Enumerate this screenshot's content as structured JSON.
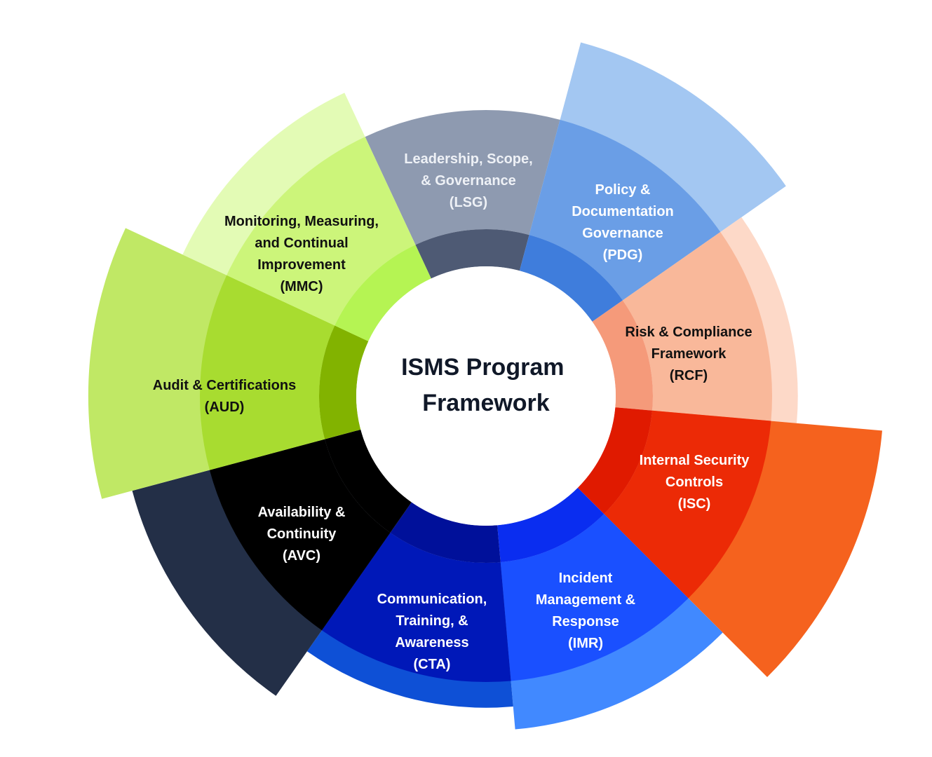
{
  "title_lines": [
    "ISMS Program",
    "Framework"
  ],
  "segments": [
    {
      "id": "lsg",
      "lines": [
        "Leadership, Scope,",
        "& Governance",
        "(LSG)"
      ],
      "text_color": "#eef1f6",
      "colors": [
        "#4e5a74",
        "#8e9ab0",
        null
      ],
      "extent": 1.0
    },
    {
      "id": "pdg",
      "lines": [
        "Policy &",
        "Documentation",
        "Governance",
        "(PDG)"
      ],
      "text_color": "#ffffff",
      "colors": [
        "#3f7ddc",
        "#6a9ee6",
        "#a3c7f2"
      ],
      "extent": 1.28
    },
    {
      "id": "rcf",
      "lines": [
        "Risk & Compliance",
        "Framework",
        "(RCF)"
      ],
      "text_color": "#111111",
      "colors": [
        "#f59a7a",
        "#f9b89a",
        "#fdd9c8"
      ],
      "extent": 1.09
    },
    {
      "id": "isc",
      "lines": [
        "Internal Security",
        "Controls",
        "(ISC)"
      ],
      "text_color": "#ffffff",
      "colors": [
        "#e01a00",
        "#ec2a06",
        "#f5621e"
      ],
      "extent": 1.39
    },
    {
      "id": "imr",
      "lines": [
        "Incident",
        "Management &",
        "Response",
        "(IMR)"
      ],
      "text_color": "#ffffff",
      "colors": [
        "#0a2df0",
        "#1a50ff",
        "#4189ff"
      ],
      "extent": 1.17
    },
    {
      "id": "cta",
      "lines": [
        "Communication,",
        "Training, &",
        "Awareness",
        "(CTA)"
      ],
      "text_color": "#ffffff",
      "colors": [
        "#00109a",
        "#0018b8",
        "#0e50d6"
      ],
      "extent": 1.09
    },
    {
      "id": "avc",
      "lines": [
        "Availability &",
        "Continuity",
        "(AVC)"
      ],
      "text_color": "#ffffff",
      "colors": [
        "#000000",
        "#000000",
        "#232f47"
      ],
      "extent": 1.28
    },
    {
      "id": "aud",
      "lines": [
        "Audit & Certifications",
        "(AUD)"
      ],
      "text_color": "#111111",
      "colors": [
        "#82b300",
        "#a8dc30",
        "#c0e865"
      ],
      "extent": 1.39
    },
    {
      "id": "mmc",
      "lines": [
        "Monitoring, Measuring,",
        "and Continual",
        "Improvement",
        "(MMC)"
      ],
      "text_color": "#111111",
      "colors": [
        "#b5f453",
        "#ccf57a",
        "#e3fbb5"
      ],
      "extent": 1.17
    }
  ]
}
